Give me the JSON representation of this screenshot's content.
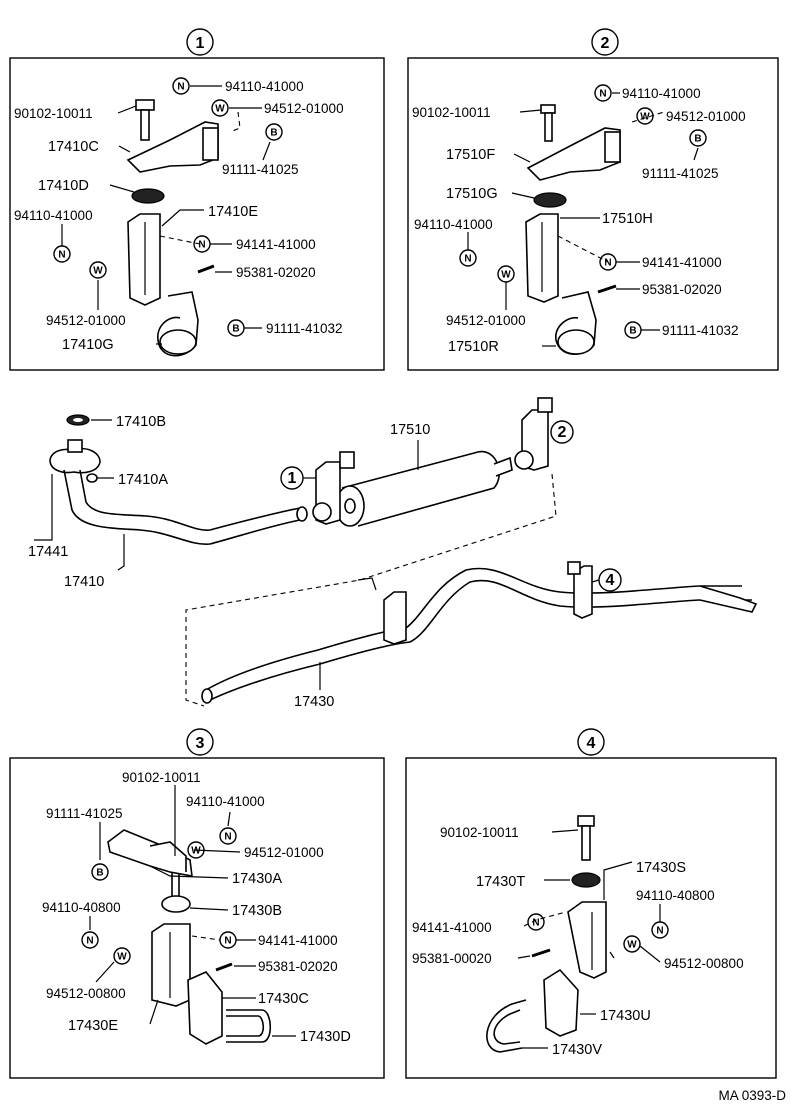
{
  "sections": {
    "s1": {
      "number": "1",
      "labels": {
        "n_nut": "94110-41000",
        "w_washer": "94512-01000",
        "bolt": "90102-10011",
        "b_bolt": "91111-41025",
        "bracket_c": "17410C",
        "cushion_d": "17410D",
        "bracket_e": "17410E",
        "nut_left": "94110-41000",
        "n_nut2": "94141-41000",
        "pin": "95381-02020",
        "washer_left": "94512-01000",
        "b_bolt2": "91111-41032",
        "clamp_g": "17410G"
      }
    },
    "s2": {
      "number": "2",
      "labels": {
        "n_nut": "94110-41000",
        "w_washer": "94512-01000",
        "bolt": "90102-10011",
        "b_bolt": "91111-41025",
        "bracket_f": "17510F",
        "cushion_g": "17510G",
        "bracket_h": "17510H",
        "nut_left": "94110-41000",
        "n_nut2": "94141-41000",
        "pin": "95381-02020",
        "washer_left": "94512-01000",
        "b_bolt2": "91111-41032",
        "clamp_r": "17510R"
      }
    },
    "s3": {
      "number": "3",
      "labels": {
        "bolt": "90102-10011",
        "n_nut": "94110-41000",
        "b_bolt": "91111-41025",
        "w_washer": "94512-01000",
        "bracket_a": "17430A",
        "nut_left": "94110-40800",
        "cushion_b": "17430B",
        "n_nut2": "94141-41000",
        "pin": "95381-02020",
        "washer_left": "94512-00800",
        "clamp_c": "17430C",
        "bracket_e": "17430E",
        "ubolt_d": "17430D"
      }
    },
    "s4": {
      "number": "4",
      "labels": {
        "bolt": "90102-10011",
        "bracket_s": "17430S",
        "cushion_t": "17430T",
        "n_nut": "94110-40800",
        "n_nut2": "94141-41000",
        "w_washer": "94512-00800",
        "pin": "95381-00020",
        "clamp_u": "17430U",
        "ubolt_v": "17430V"
      }
    }
  },
  "assembly": {
    "gasket_b": "17410B",
    "nut_a": "17410A",
    "muffler": "17510",
    "stud": "17441",
    "front_pipe": "17410",
    "tail_pipe": "17430",
    "callout_1": "1",
    "callout_2": "2",
    "callout_4": "4"
  },
  "symbols": {
    "nut": "N",
    "washer": "W",
    "bolt": "B"
  },
  "diagram_code": "MA 0393-D"
}
